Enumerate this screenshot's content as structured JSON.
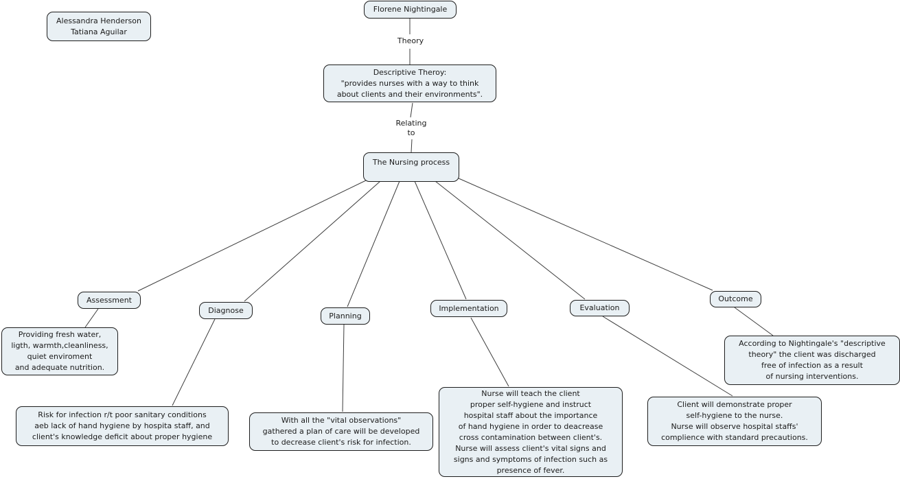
{
  "canvas": {
    "background": "#ffffff"
  },
  "colors": {
    "node_fill": "#e9f0f4",
    "node_border": "#1c1c1c",
    "text": "#1a1a1a",
    "line": "#3c3c3c"
  },
  "authors_box": "Alessandra Henderson\nTatiana Aguilar",
  "map": {
    "root": "Florene Nightingale",
    "link_theory": "Theory",
    "descriptive_theory": "Descriptive Theroy:\n\"provides nurses with a way to think\nabout clients and their environments\".",
    "link_relating": "Relating\nto",
    "hub": "The Nursing process",
    "stages": {
      "assessment": {
        "label": "Assessment",
        "detail": "Providing fresh water,\nligth, warmth,cleanliness,\nquiet enviroment\nand adequate nutrition."
      },
      "diagnose": {
        "label": "Diagnose",
        "detail": "Risk for infection r/t poor sanitary conditions\naeb lack of hand hygiene by hospita staff, and\nclient's knowledge deficit about proper hygiene"
      },
      "planning": {
        "label": "Planning",
        "detail": "With all the \"vital observations\"\ngathered a plan of care will be developed\nto decrease client's risk for infection."
      },
      "implementation": {
        "label": "Implementation",
        "detail": "Nurse will teach the client\nproper self-hygiene and instruct\nhospital staff about the importance\nof hand hygiene in order to deacrease\ncross contamination between client's.\nNurse will assess client's vital signs and\nsigns and symptoms of infection such as\npresence of fever."
      },
      "evaluation": {
        "label": "Evaluation",
        "detail": "Client will demonstrate proper\nself-hygiene to the nurse.\nNurse will observe hospital staffs'\ncomplience with standard precautions."
      },
      "outcome": {
        "label": "Outcome",
        "detail": "According to Nightingale's \"descriptive\ntheory\" the client was discharged\nfree of infection as a result\nof nursing interventions."
      }
    }
  }
}
